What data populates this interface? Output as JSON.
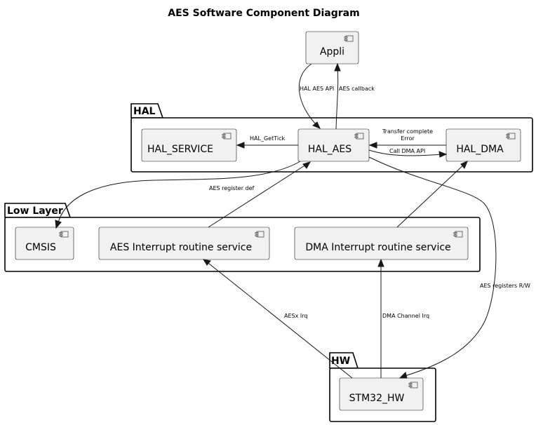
{
  "title": "AES Software Component Diagram",
  "packages": {
    "hal": "HAL",
    "low_layer": "Low Layer",
    "hw": "HW"
  },
  "components": {
    "appli": "Appli",
    "hal_service": "HAL_SERVICE",
    "hal_aes": "HAL_AES",
    "hal_dma": "HAL_DMA",
    "cmsis": "CMSIS",
    "aes_irq_service": "AES Interrupt routine service",
    "dma_irq_service": "DMA Interrupt routine service",
    "stm32_hw": "STM32_HW"
  },
  "edges": {
    "hal_aes_api": "HAL AES API",
    "aes_callback": "AES callback",
    "hal_gettick": "HAL_GetTick",
    "transfer_complete": "Transfer complete",
    "error": "Error",
    "call_dma_api": "Call DMA API",
    "aes_register_def": "AES register def",
    "aes_registers_rw": "AES registers R/W",
    "aesx_irq": "AESx Irq",
    "dma_channel_irq": "DMA Channel Irq"
  }
}
